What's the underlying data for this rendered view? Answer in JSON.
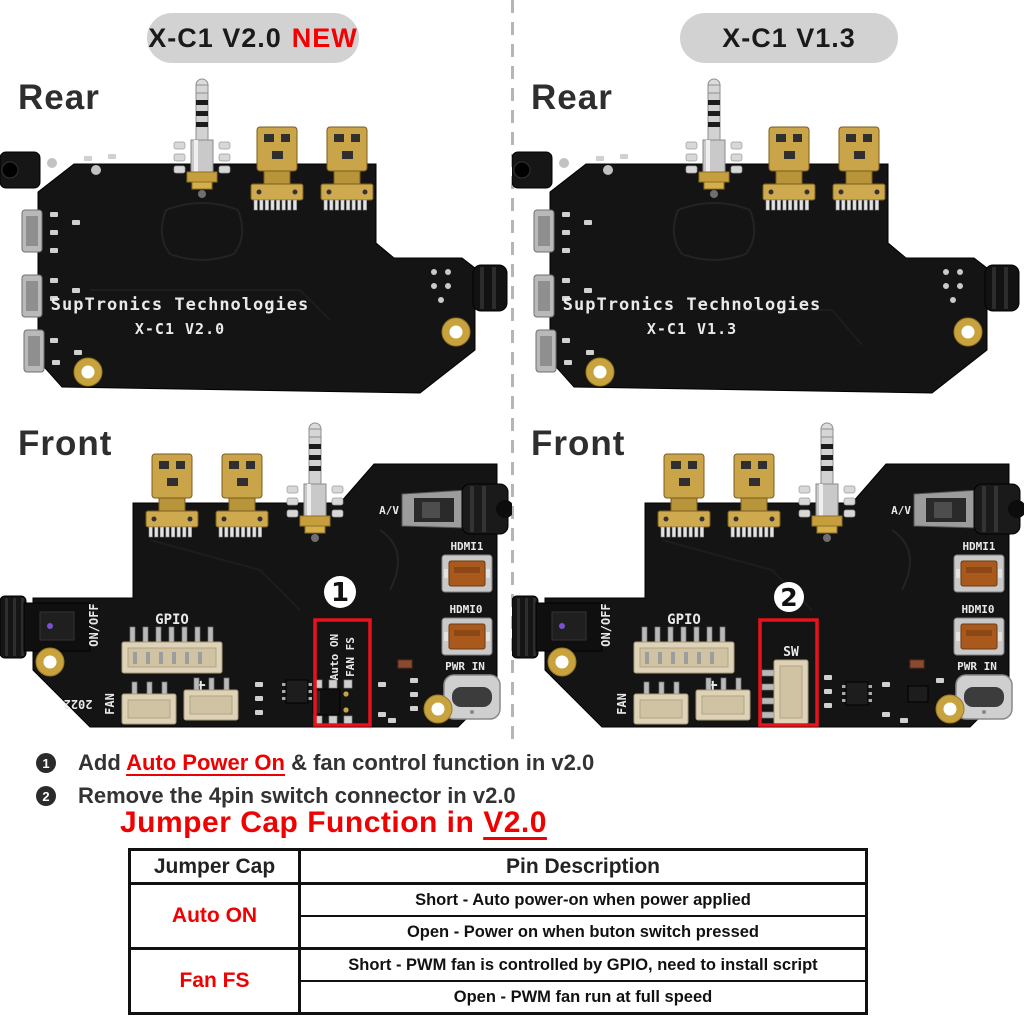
{
  "badges": {
    "left": {
      "title": "X-C1 V2.0",
      "tag": "NEW"
    },
    "right": {
      "title": "X-C1 V1.3"
    }
  },
  "views": {
    "rear": "Rear",
    "front": "Front"
  },
  "rear_left": {
    "brand": "SupTronics Technologies",
    "model": "X-C1 V2.0"
  },
  "rear_right": {
    "brand": "SupTronics Technologies",
    "model": "X-C1 V1.3"
  },
  "front_labels": {
    "av": "A/V",
    "hdmi1": "HDMI1",
    "hdmi0": "HDMI0",
    "pwr_in": "PWR IN",
    "on_off": "ON/OFF",
    "gpio": "GPIO",
    "fan": "FAN",
    "plus": "+"
  },
  "front_left": {
    "callout": "1",
    "jumper_label_1": "Auto ON",
    "jumper_label_2": "FAN FS",
    "year": "2022"
  },
  "front_right": {
    "callout": "2",
    "sw_label": "SW"
  },
  "notes": [
    {
      "num": "1",
      "text_before": "Add ",
      "text_red": "Auto Power On",
      "text_after": " & fan control function in v2.0"
    },
    {
      "num": "2",
      "text_before": "Remove the 4pin switch connector in v2.0",
      "text_red": "",
      "text_after": ""
    }
  ],
  "table": {
    "title_prefix": "Jumper Cap Function in ",
    "title_version": "V2.0",
    "col1_header": "Jumper Cap",
    "col2_header": "Pin Description",
    "rows": [
      {
        "cap": "Auto ON",
        "lines": [
          "Short - Auto power-on when power applied",
          "Open - Power on when buton switch pressed"
        ]
      },
      {
        "cap": "Fan FS",
        "lines": [
          "Short - PWM fan is controlled by GPIO, need to install script",
          "Open - PWM fan run at full speed"
        ]
      }
    ]
  },
  "colors": {
    "accent_red": "#ee1111",
    "badge_bg": "#d2d2d2",
    "board_black": "#141414",
    "gold": "#c9a449",
    "silver": "#c9c9c9",
    "beige": "#ded3b8",
    "hdmi_orange": "#a9591c"
  }
}
